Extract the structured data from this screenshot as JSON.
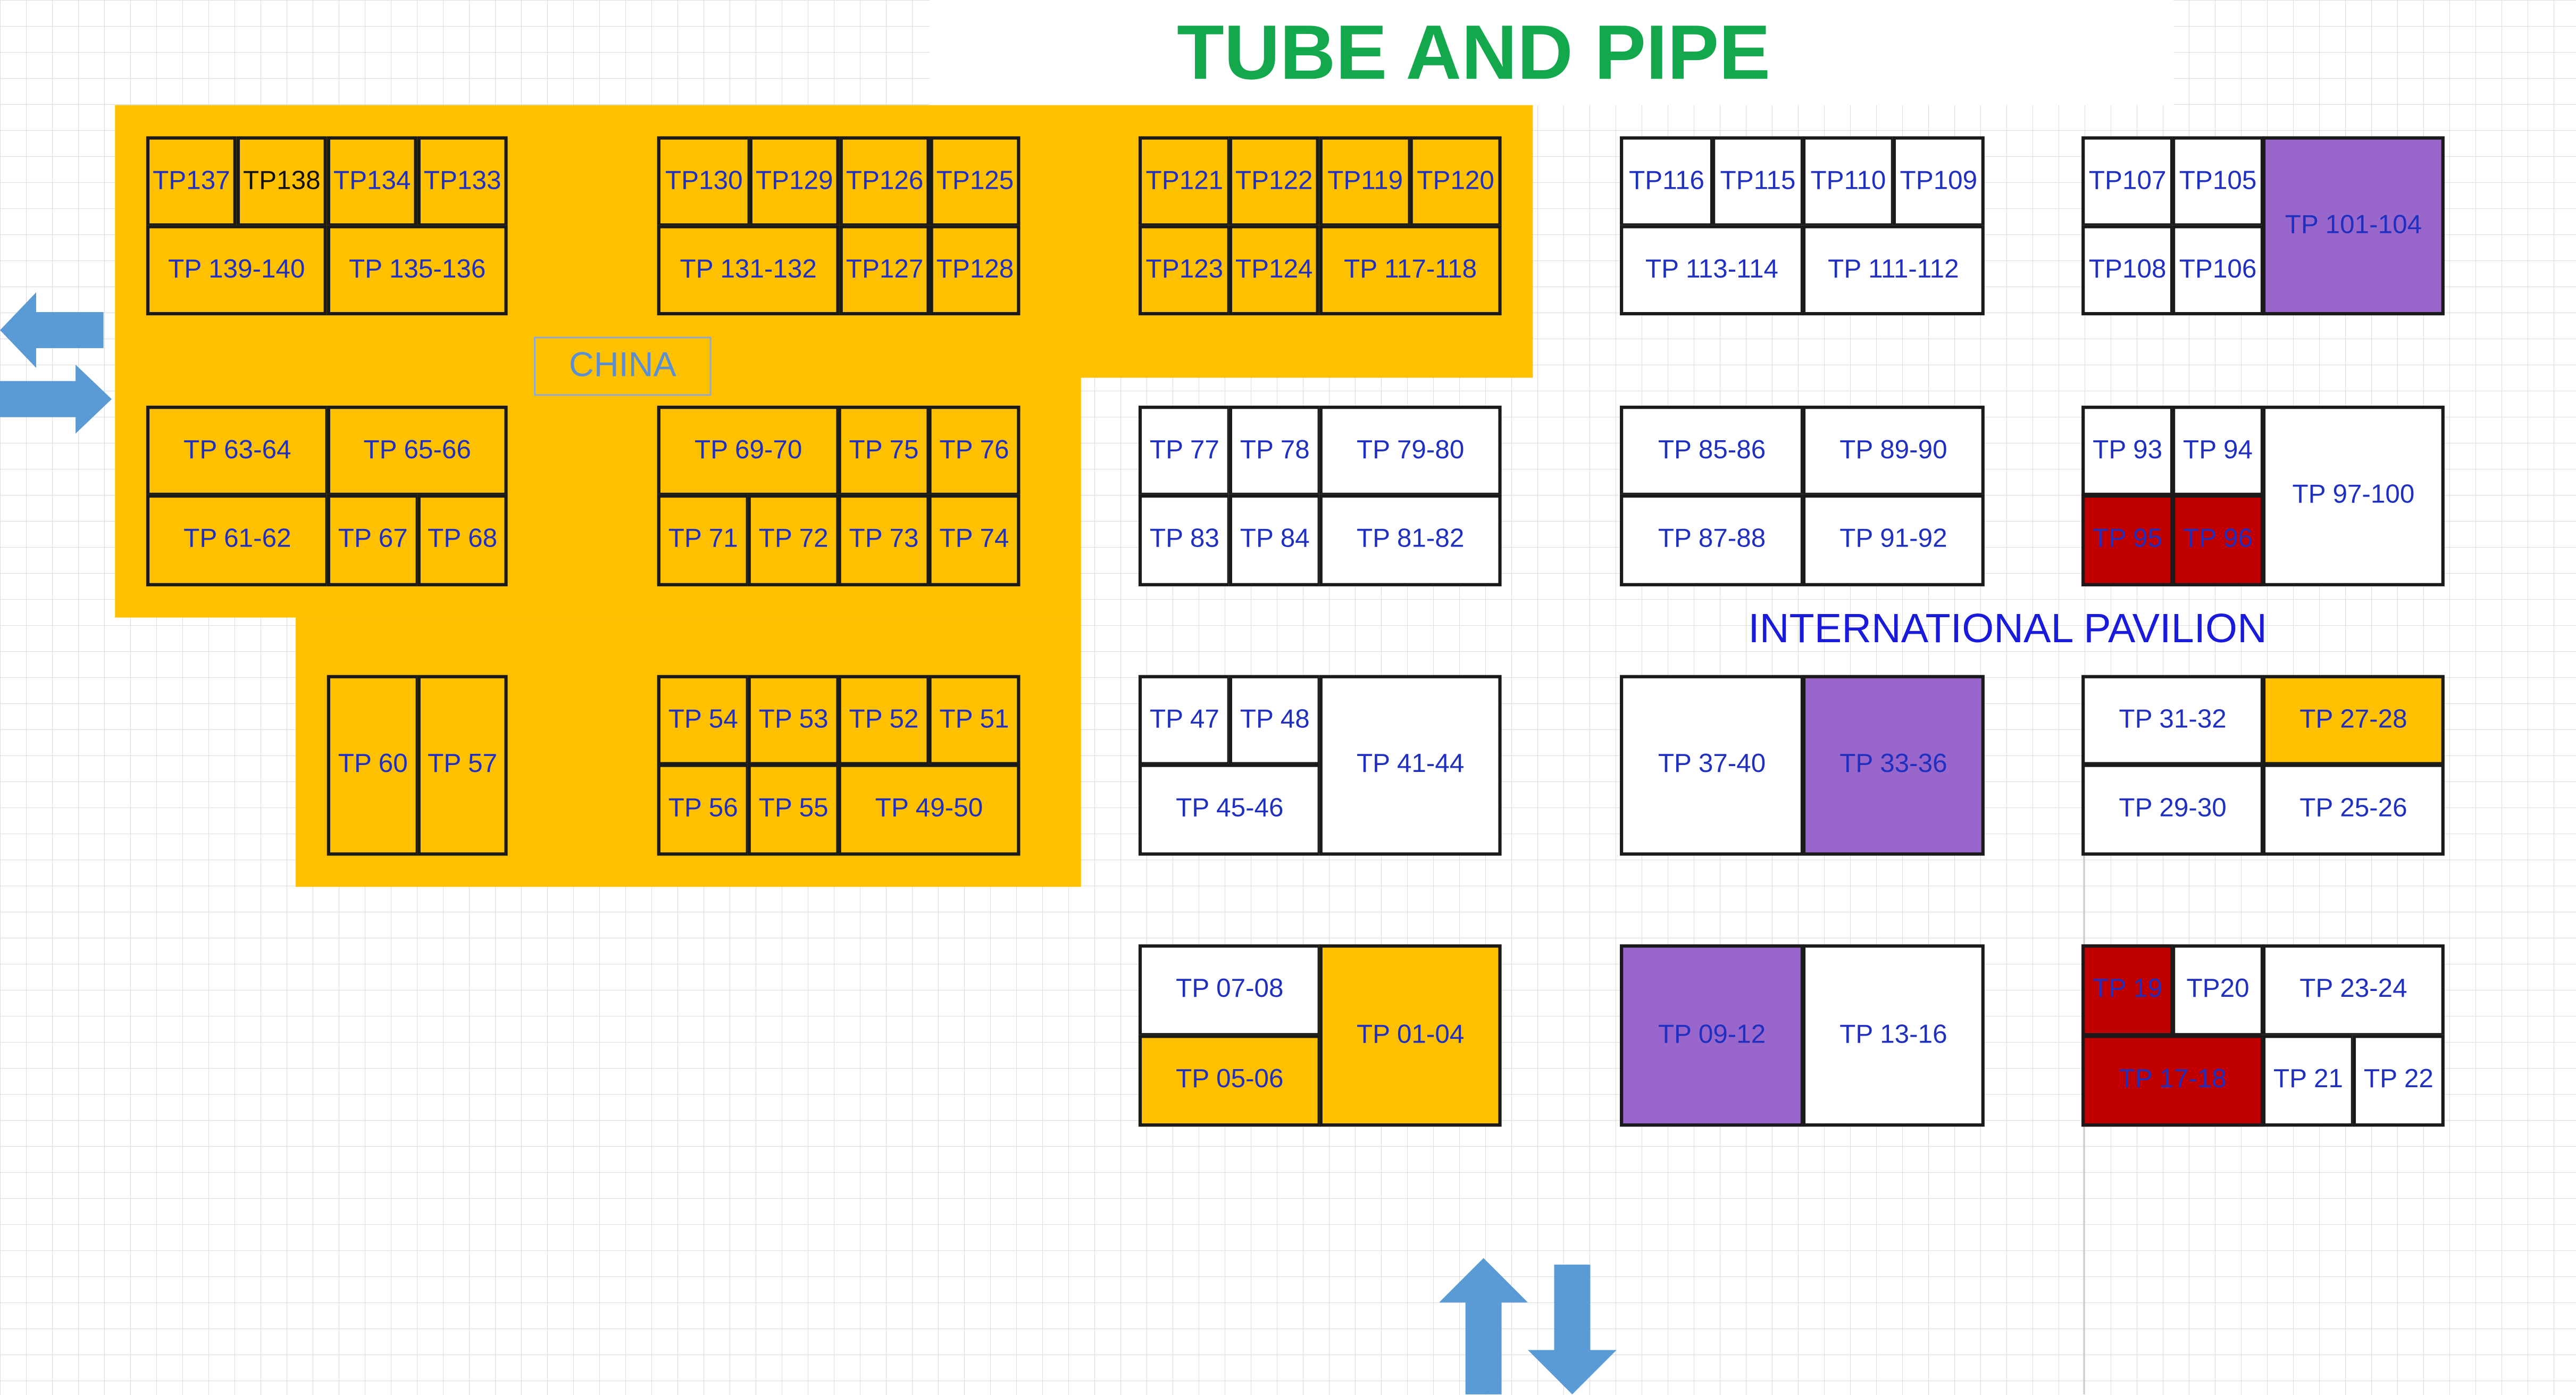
{
  "title": "TUBE AND PIPE",
  "colors": {
    "title": "#13a84b",
    "china_zone": "#ffc000",
    "booth_yellow": "#ffc000",
    "booth_purple": "#9966cc",
    "booth_red": "#c00000",
    "booth_white": "#ffffff",
    "booth_text": "#1f2fbf",
    "arrow": "#5b9bd5"
  },
  "zones": {
    "china": {
      "label": "CHINA"
    },
    "international": {
      "label": "INTERNATIONAL PAVILION"
    }
  },
  "booths": [
    {
      "label": "TP137",
      "status": "yellow",
      "text": "blue"
    },
    {
      "label": "TP138",
      "status": "yellow",
      "text": "dark"
    },
    {
      "label": "TP134",
      "status": "yellow",
      "text": "blue"
    },
    {
      "label": "TP133",
      "status": "yellow",
      "text": "blue"
    },
    {
      "label": "TP 139-140",
      "status": "yellow",
      "text": "blue"
    },
    {
      "label": "TP 135-136",
      "status": "yellow",
      "text": "blue"
    },
    {
      "label": "TP130",
      "status": "yellow",
      "text": "blue"
    },
    {
      "label": "TP129",
      "status": "yellow",
      "text": "blue"
    },
    {
      "label": "TP126",
      "status": "yellow",
      "text": "blue"
    },
    {
      "label": "TP125",
      "status": "yellow",
      "text": "blue"
    },
    {
      "label": "TP 131-132",
      "status": "yellow",
      "text": "blue"
    },
    {
      "label": "TP127",
      "status": "yellow",
      "text": "blue"
    },
    {
      "label": "TP128",
      "status": "yellow",
      "text": "blue"
    },
    {
      "label": "TP121",
      "status": "yellow",
      "text": "blue"
    },
    {
      "label": "TP122",
      "status": "yellow",
      "text": "blue"
    },
    {
      "label": "TP119",
      "status": "yellow",
      "text": "blue"
    },
    {
      "label": "TP120",
      "status": "yellow",
      "text": "blue"
    },
    {
      "label": "TP123",
      "status": "yellow",
      "text": "blue"
    },
    {
      "label": "TP124",
      "status": "yellow",
      "text": "blue"
    },
    {
      "label": "TP 117-118",
      "status": "yellow",
      "text": "blue"
    },
    {
      "label": "TP116",
      "status": "white",
      "text": "blue"
    },
    {
      "label": "TP115",
      "status": "white",
      "text": "blue"
    },
    {
      "label": "TP110",
      "status": "white",
      "text": "blue"
    },
    {
      "label": "TP109",
      "status": "white",
      "text": "blue"
    },
    {
      "label": "TP 113-114",
      "status": "white",
      "text": "blue"
    },
    {
      "label": "TP 111-112",
      "status": "white",
      "text": "blue"
    },
    {
      "label": "TP107",
      "status": "white",
      "text": "blue"
    },
    {
      "label": "TP105",
      "status": "white",
      "text": "blue"
    },
    {
      "label": "TP108",
      "status": "white",
      "text": "blue"
    },
    {
      "label": "TP106",
      "status": "white",
      "text": "blue"
    },
    {
      "label": "TP 101-104",
      "status": "purple",
      "text": "blue"
    },
    {
      "label": "TP 63-64",
      "status": "yellow",
      "text": "blue"
    },
    {
      "label": "TP 65-66",
      "status": "yellow",
      "text": "blue"
    },
    {
      "label": "TP 61-62",
      "status": "yellow",
      "text": "blue"
    },
    {
      "label": "TP 67",
      "status": "yellow",
      "text": "blue"
    },
    {
      "label": "TP 68",
      "status": "yellow",
      "text": "blue"
    },
    {
      "label": "TP 69-70",
      "status": "yellow",
      "text": "blue"
    },
    {
      "label": "TP 75",
      "status": "yellow",
      "text": "blue"
    },
    {
      "label": "TP 76",
      "status": "yellow",
      "text": "blue"
    },
    {
      "label": "TP 71",
      "status": "yellow",
      "text": "blue"
    },
    {
      "label": "TP 72",
      "status": "yellow",
      "text": "blue"
    },
    {
      "label": "TP 73",
      "status": "yellow",
      "text": "blue"
    },
    {
      "label": "TP 74",
      "status": "yellow",
      "text": "blue"
    },
    {
      "label": "TP 77",
      "status": "white",
      "text": "blue"
    },
    {
      "label": "TP 78",
      "status": "white",
      "text": "blue"
    },
    {
      "label": "TP 79-80",
      "status": "white",
      "text": "blue"
    },
    {
      "label": "TP 83",
      "status": "white",
      "text": "blue"
    },
    {
      "label": "TP 84",
      "status": "white",
      "text": "blue"
    },
    {
      "label": "TP 81-82",
      "status": "white",
      "text": "blue"
    },
    {
      "label": "TP 85-86",
      "status": "white",
      "text": "blue"
    },
    {
      "label": "TP 89-90",
      "status": "white",
      "text": "blue"
    },
    {
      "label": "TP 87-88",
      "status": "white",
      "text": "blue"
    },
    {
      "label": "TP 91-92",
      "status": "white",
      "text": "blue"
    },
    {
      "label": "TP 93",
      "status": "white",
      "text": "blue"
    },
    {
      "label": "TP 94",
      "status": "white",
      "text": "blue"
    },
    {
      "label": "TP 95",
      "status": "red",
      "text": "blue"
    },
    {
      "label": "TP 96",
      "status": "red",
      "text": "blue"
    },
    {
      "label": "TP 97-100",
      "status": "white",
      "text": "blue"
    },
    {
      "label": "TP 60",
      "status": "yellow",
      "text": "blue"
    },
    {
      "label": "TP 57",
      "status": "yellow",
      "text": "blue"
    },
    {
      "label": "TP 54",
      "status": "yellow",
      "text": "blue"
    },
    {
      "label": "TP 53",
      "status": "yellow",
      "text": "blue"
    },
    {
      "label": "TP 52",
      "status": "yellow",
      "text": "blue"
    },
    {
      "label": "TP 51",
      "status": "yellow",
      "text": "blue"
    },
    {
      "label": "TP 56",
      "status": "yellow",
      "text": "blue"
    },
    {
      "label": "TP 55",
      "status": "yellow",
      "text": "blue"
    },
    {
      "label": "TP 49-50",
      "status": "yellow",
      "text": "blue"
    },
    {
      "label": "TP 47",
      "status": "white",
      "text": "blue"
    },
    {
      "label": "TP 48",
      "status": "white",
      "text": "blue"
    },
    {
      "label": "TP 45-46",
      "status": "white",
      "text": "blue"
    },
    {
      "label": "TP 41-44",
      "status": "white",
      "text": "blue"
    },
    {
      "label": "TP 37-40",
      "status": "white",
      "text": "blue"
    },
    {
      "label": "TP 33-36",
      "status": "purple",
      "text": "blue"
    },
    {
      "label": "TP 31-32",
      "status": "white",
      "text": "blue"
    },
    {
      "label": "TP 27-28",
      "status": "yellow",
      "text": "blue"
    },
    {
      "label": "TP 29-30",
      "status": "white",
      "text": "blue"
    },
    {
      "label": "TP 25-26",
      "status": "white",
      "text": "blue"
    },
    {
      "label": "TP 07-08",
      "status": "white",
      "text": "blue"
    },
    {
      "label": "TP 05-06",
      "status": "yellow",
      "text": "blue"
    },
    {
      "label": "TP 01-04",
      "status": "yellow",
      "text": "blue"
    },
    {
      "label": "TP 09-12",
      "status": "purple",
      "text": "blue"
    },
    {
      "label": "TP 13-16",
      "status": "white",
      "text": "blue"
    },
    {
      "label": "TP 19",
      "status": "red",
      "text": "blue"
    },
    {
      "label": "TP20",
      "status": "white",
      "text": "blue"
    },
    {
      "label": "TP 23-24",
      "status": "white",
      "text": "blue"
    },
    {
      "label": "TP 17-18",
      "status": "red",
      "text": "blue"
    },
    {
      "label": "TP 21",
      "status": "white",
      "text": "blue"
    },
    {
      "label": "TP 22",
      "status": "white",
      "text": "blue"
    }
  ],
  "arrows": [
    {
      "name": "left-arrow-icon",
      "direction": "left"
    },
    {
      "name": "right-arrow-icon",
      "direction": "right"
    },
    {
      "name": "up-arrow-icon",
      "direction": "up"
    },
    {
      "name": "down-arrow-icon",
      "direction": "down"
    }
  ]
}
